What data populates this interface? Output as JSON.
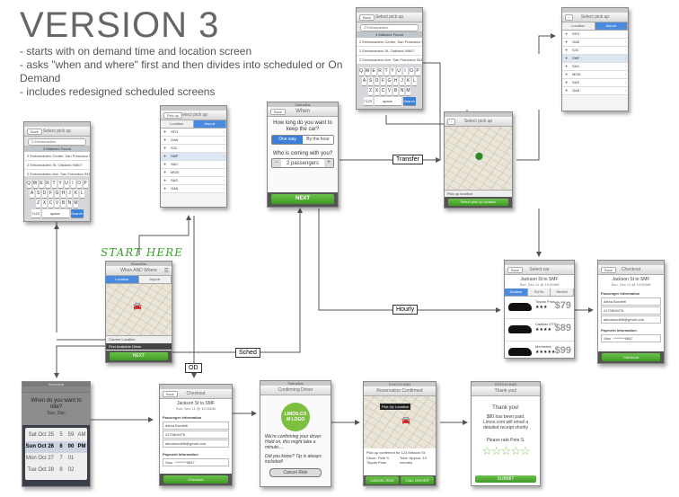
{
  "title": "VERSION 3",
  "bullets": [
    "- starts with on demand time and location screen",
    "- asks \"when and where\" first and then divides into scheduled or On Demand",
    "- includes redesigned scheduled screens"
  ],
  "start_here": "START HERE",
  "edge_labels": {
    "transfer": "Transfer",
    "hourly": "Hourly",
    "sched": "Sched",
    "od": "OD"
  },
  "search_screen": {
    "nav": "Select pick up",
    "back": "Back",
    "search_value": "2 Embarcadero",
    "header": "3 Matches Found",
    "rows": [
      "2 Embarcadero Center, San Francisco 94111",
      "2 Embarcadero St, Oakland 94607",
      "2 Embarcadero Ave, San Francisco 94111"
    ],
    "kb_rows": [
      [
        "Q",
        "W",
        "E",
        "R",
        "T",
        "Y",
        "U",
        "I",
        "O",
        "P"
      ],
      [
        "A",
        "S",
        "D",
        "F",
        "G",
        "H",
        "J",
        "K",
        "L"
      ],
      [
        "Z",
        "X",
        "C",
        "V",
        "B",
        "N",
        "M"
      ]
    ],
    "space": "space",
    "search_key": "Search",
    "num_key": "?123"
  },
  "airport_screen": {
    "nav": "Select pick up",
    "tabs": [
      "Location",
      "Airport"
    ],
    "rows": [
      "SFO",
      "OAK",
      "SJC",
      "SMF",
      "SAC",
      "MOD",
      "SAS",
      "OAK"
    ]
  },
  "when_screen": {
    "statusbar": "StatusBar",
    "back": "Back",
    "nav": "When",
    "q1": "How long do you want to keep the car?",
    "seg": [
      "One way",
      "By the hour"
    ],
    "q2": "Who is coming with you?",
    "passengers": "2 passengers",
    "next": "NEXT"
  },
  "start_screen": {
    "statusbar": "StatusBar",
    "nav": "When AND Where",
    "tabs": [
      "Location",
      "Airport"
    ],
    "current": "Current Location",
    "find": "Find Available Driver",
    "next": "NEXT"
  },
  "map_screen": {
    "nav": "Select pick up",
    "pickup": "Pick up location",
    "button": "Select pick up location"
  },
  "select_car_screen": {
    "nav": "Select car",
    "back": "Back",
    "title": "Jackson St to SMF",
    "sub": "Sun, Dec 11 @ 10:00AM",
    "tabs": [
      "Sedans",
      "SUVs",
      "Stretch"
    ],
    "cars": [
      {
        "name": "Toyota Prius",
        "price": "$79",
        "stars": "★★★"
      },
      {
        "name": "Cadillac DTS",
        "price": "$89",
        "stars": "★★★★"
      },
      {
        "name": "Mercedes",
        "price": "$99",
        "stars": "★★★★★"
      }
    ]
  },
  "checkout_screen": {
    "nav": "Checkout",
    "back": "Back",
    "title": "Jackson St to SMF",
    "sub": "Sun, Dec 11 @ 10:00AM",
    "pax_header": "Passenger Information",
    "fields": [
      "Alexa Burdetti",
      "4170804076",
      "alexaburdetti@gmail.com"
    ],
    "pay_header": "Payment Information",
    "card": "Visa - ********9847",
    "button": "Checkout"
  },
  "picker_screen": {
    "statusbar": "StatusBar",
    "q": "When do you want to ride?",
    "sub": "Sun, Dec",
    "rows": [
      [
        "Sat Oct 25",
        "5",
        "59",
        "AM"
      ],
      [
        "Sun Oct 26",
        "6",
        "00",
        "PM"
      ],
      [
        "Mon Oct 27",
        "7",
        "01",
        ""
      ],
      [
        "Tue Oct 28",
        "8",
        "02",
        ""
      ]
    ]
  },
  "checkout_od": {
    "nav": "Checkout",
    "title": "Jackson St to SMF",
    "sub": "Sun, Dec 11 @ 10:00AM",
    "pax_header": "Passenger Information",
    "fields": [
      "Alexa Burdetti",
      "4170804076",
      "alexaburdetti@gmail.com"
    ],
    "pay_header": "Payment Information",
    "card": "Visa - ********9847",
    "button": "Checkout"
  },
  "confirm_screen": {
    "statusbar": "StatusBar",
    "nav": "Confirming Driver",
    "logo": "LIMOS.CO M LOGO",
    "msg": "We're confirming your driver. Hold on, this might take a minute....",
    "tip": "Did you know? Tip is always included!",
    "cancel": "Cancel Ride"
  },
  "reservation_screen": {
    "statusbar": "STATUS BAR",
    "nav": "Reservation Confirmed",
    "pickup": "Pick Up Location",
    "line1": "Pick up confirmed for 123 Mission St.",
    "driver": "Driver: Pete S. Toyota Prius",
    "time": "Time: Approx. 10 minutes",
    "cancel": "CANCEL RIDE",
    "call": "CALL DRIVER"
  },
  "thanks_screen": {
    "statusbar": "STATUS BAR",
    "nav": "Thank you!",
    "t1": "Thank you!",
    "t2": "$80 has been paid. Limos.com will email a detailed receipt shortly",
    "t3": "Please rate Pete S.",
    "submit": "SUBMIT"
  }
}
